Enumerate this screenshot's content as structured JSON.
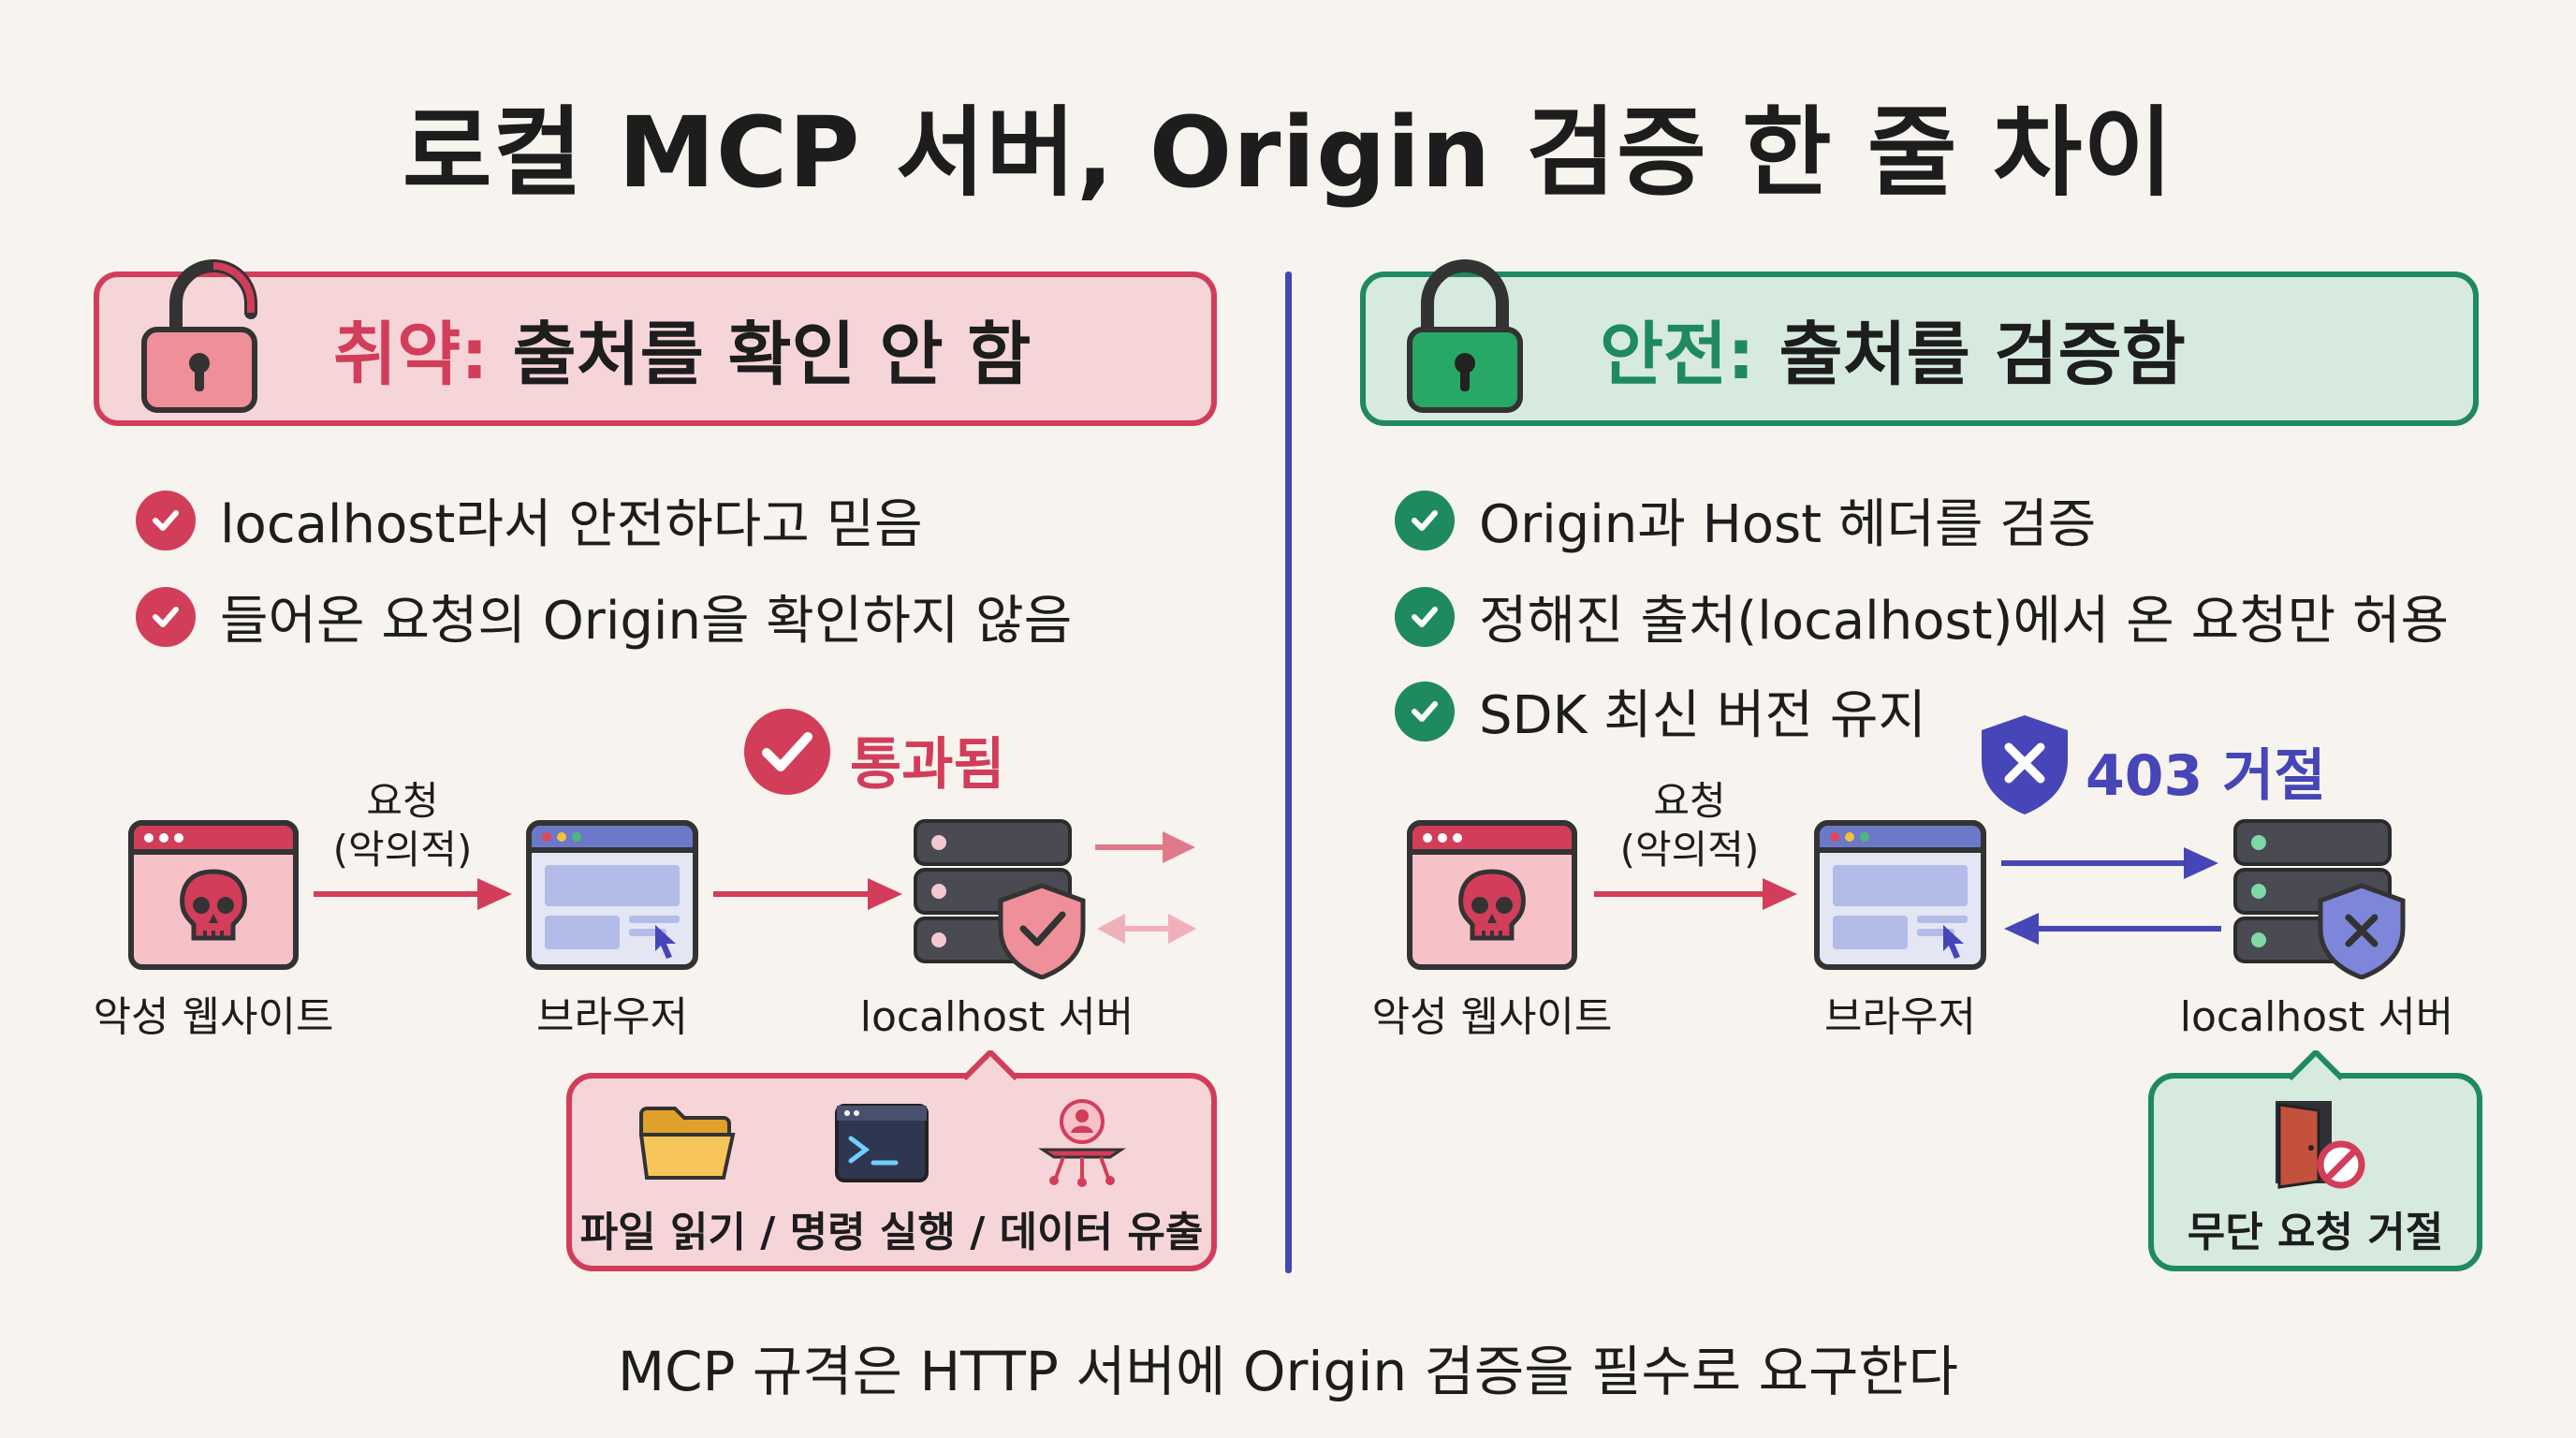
{
  "title": "로컬 MCP 서버, Origin 검증 한 줄 차이",
  "vulnerable": {
    "heading_keyword": "취약:",
    "heading_rest": " 출처를 확인 안 함",
    "bullets": [
      "localhost라서 안전하다고 믿음",
      "들어온 요청의 Origin을 확인하지 않음"
    ],
    "flow": {
      "attacker_label": "악성 웹사이트",
      "request_label_line1": "요청",
      "request_label_line2": "(악의적)",
      "browser_label": "브라우저",
      "server_label": "localhost 서버",
      "status": "통과됨"
    },
    "impact": "파일 읽기 / 명령 실행 / 데이터 유출"
  },
  "safe": {
    "heading_keyword": "안전:",
    "heading_rest": " 출처를 검증함",
    "bullets": [
      "Origin과 Host 헤더를 검증",
      "정해진 출처(localhost)에서 온 요청만 허용",
      "SDK 최신 버전 유지"
    ],
    "flow": {
      "attacker_label": "악성 웹사이트",
      "request_label_line1": "요청",
      "request_label_line2": "(악의적)",
      "browser_label": "브라우저",
      "server_label": "localhost 서버",
      "status": "403 거절"
    },
    "result": "무단 요청 거절"
  },
  "footer": "MCP 규격은 HTTP 서버에 Origin 검증을 필수로 요구한다",
  "colors": {
    "danger": "#d23d5a",
    "safe": "#1e8a5e",
    "accent": "#4646b8"
  }
}
